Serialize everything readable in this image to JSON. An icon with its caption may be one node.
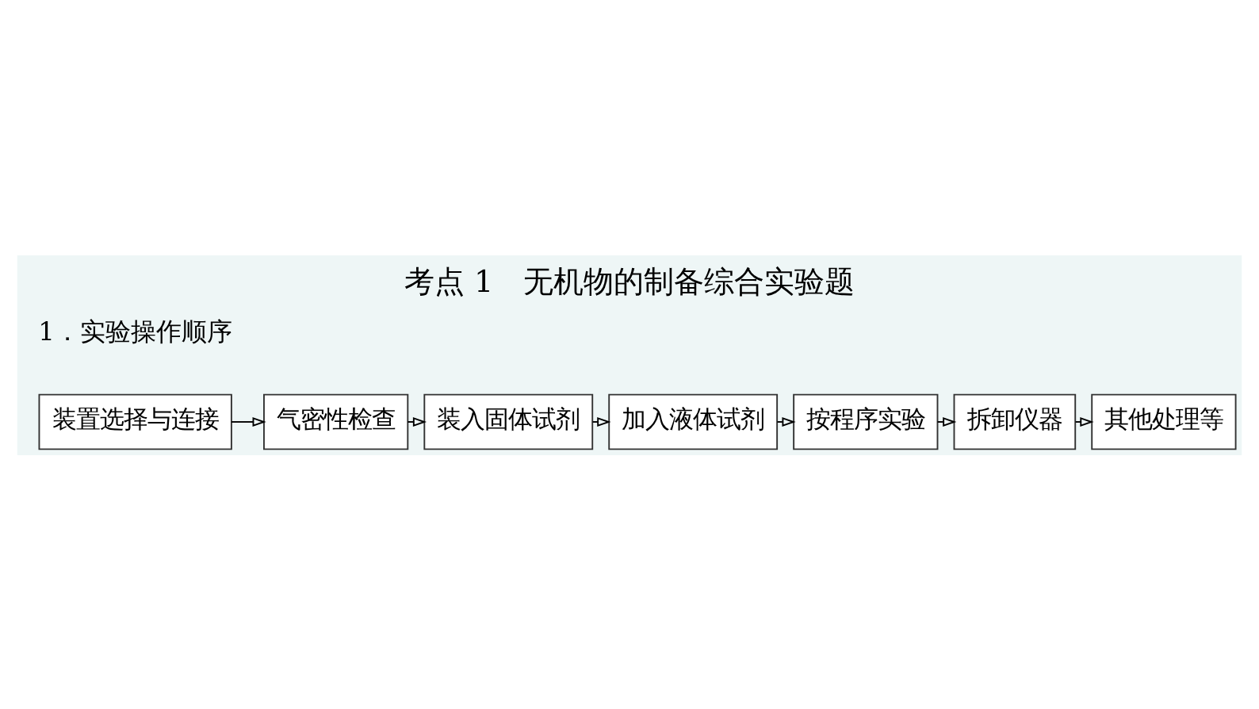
{
  "diagram": {
    "title": "考点 1　无机物的制备综合实验题",
    "nodes": [
      {
        "text": [
          "装置选择与连接"
        ]
      },
      {
        "text": [
          "气密性检查"
        ]
      },
      {
        "text": [
          "装入固体试剂"
        ]
      },
      {
        "text": [
          "加入液体试剂"
        ]
      },
      {
        "text": [
          "按程序实验"
        ]
      },
      {
        "text": [
          "拆卸仪器"
        ]
      },
      {
        "text": [
          "其他处理等"
        ]
      }
    ],
    "edges": [
      {
        "from": 0,
        "to": 1,
        "arrow": "to"
      },
      {
        "from": 1,
        "to": 2,
        "arrow": "to"
      },
      {
        "from": 2,
        "to": 3,
        "arrow": "to"
      },
      {
        "from": 3,
        "to": 4,
        "arrow": "to"
      },
      {
        "from": 4,
        "to": 5,
        "arrow": "to"
      },
      {
        "from": 5,
        "to": 6,
        "arrow": "to"
      }
    ],
    "labels": [
      "1．实验操作顺序"
    ]
  }
}
